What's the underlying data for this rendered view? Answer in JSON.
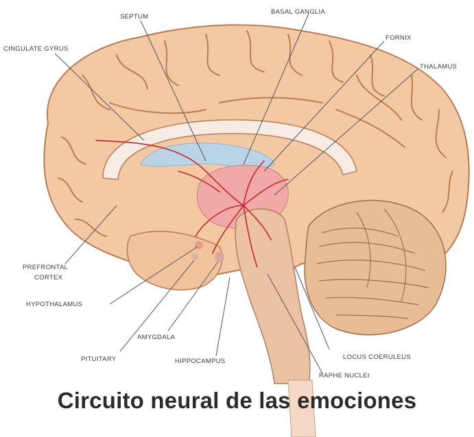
{
  "labels": {
    "septum": "SEPTUM",
    "basal_ganglia": "BASAL GANGLIA",
    "cingulate_gyrus": "CINGULATE GYRUS",
    "fornix": "FORNIX",
    "thalamus": "THALAMUS",
    "prefrontal_1": "PREFRONTAL",
    "prefrontal_2": "CORTEX",
    "hypothalamus": "HYPOTHALAMUS",
    "amygdala": "AMYGDALA",
    "pituitary": "PITUITARY",
    "hippocampus": "HIPPOCAMPUS",
    "locus_coeruleus": "LOCUS COERULEUS",
    "raphe_nuclei": "RAPHE NUCLEI"
  },
  "caption": "Circuito neural de las emociones",
  "colors": {
    "cortex": "#f2c9a3",
    "sulcus": "#b97c52",
    "ventricle": "#b8d4e6",
    "limbic": "#f0a9a6",
    "pathway": "#c8262b",
    "cerebellum": "#e8bd95"
  }
}
